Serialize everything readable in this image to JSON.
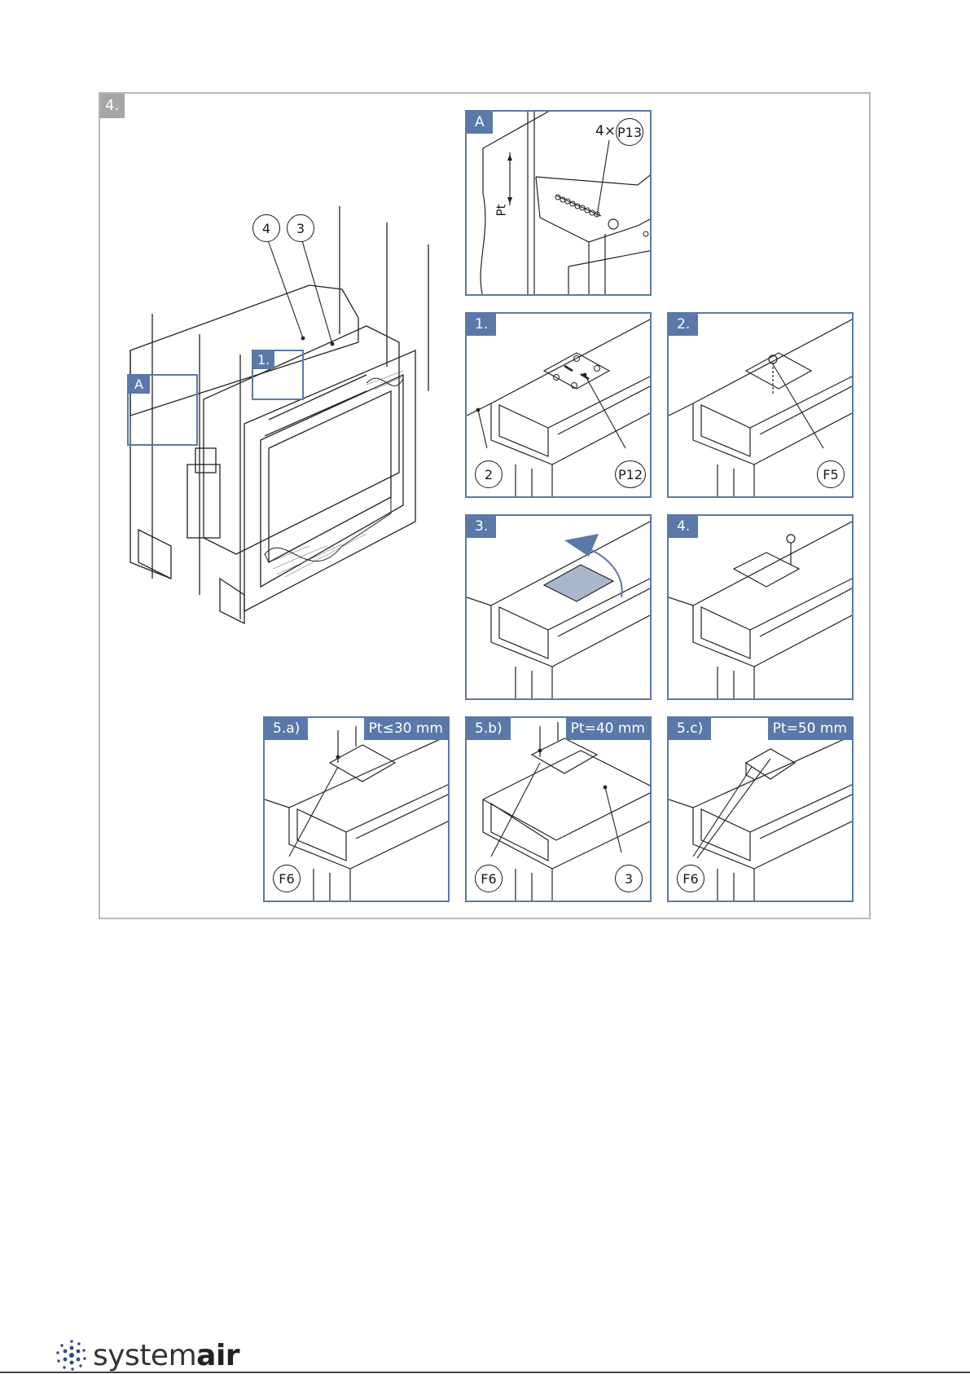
{
  "step_tag": "4.",
  "main": {
    "callouts": [
      "4",
      "3"
    ],
    "zoom_labels": {
      "a": "A",
      "step1": "1."
    }
  },
  "panels": {
    "a": {
      "label": "A",
      "qty": "4×",
      "callout": "P13",
      "dim": "Pt"
    },
    "p1": {
      "label": "1.",
      "callouts": [
        "2",
        "P12"
      ]
    },
    "p2": {
      "label": "2.",
      "callouts": [
        "F5"
      ]
    },
    "p3": {
      "label": "3."
    },
    "p4": {
      "label": "4."
    },
    "p5a": {
      "label": "5.a)",
      "pt": "Pt≤30 mm",
      "callouts": [
        "F6"
      ]
    },
    "p5b": {
      "label": "5.b)",
      "pt": "Pt=40 mm",
      "callouts": [
        "F6",
        "3"
      ]
    },
    "p5c": {
      "label": "5.c)",
      "pt": "Pt=50 mm",
      "callouts": [
        "F6"
      ]
    }
  },
  "brand": {
    "text_light": "system",
    "text_bold": "air",
    "dot_color": "#2c4a7c"
  },
  "colors": {
    "accent": "#5b79a8",
    "tag_gray": "#a6a6a6"
  }
}
